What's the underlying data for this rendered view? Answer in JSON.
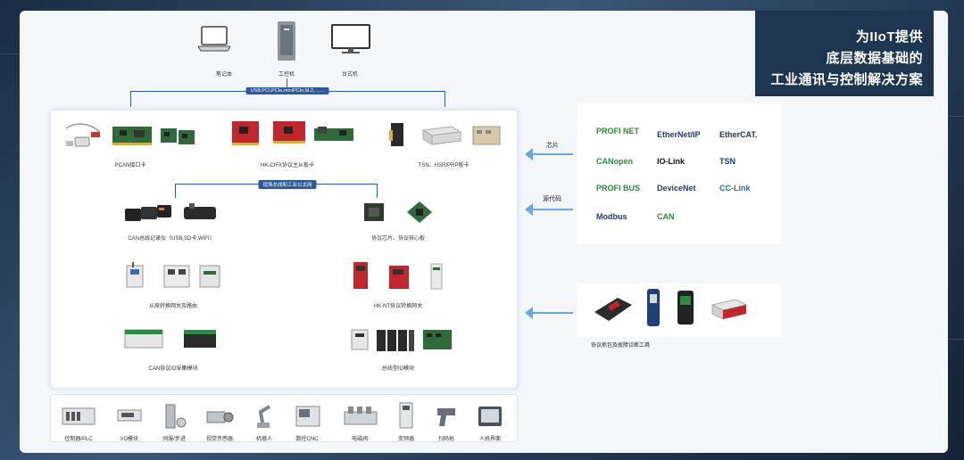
{
  "title": {
    "line1": "为IIoT提供",
    "line2": "底层数据基础的",
    "line3": "工业通讯与控制解决方案"
  },
  "top_devices": [
    {
      "label": "笔记本",
      "icon": "laptop-icon"
    },
    {
      "label": "工控机",
      "icon": "industrial-pc-icon"
    },
    {
      "label": "台式机",
      "icon": "desktop-monitor-icon"
    }
  ],
  "host_bus": "USB,PCI,PCIe,miniPCIe,M.2,……",
  "cards": [
    {
      "label": "PCAN接口卡"
    },
    {
      "label": "HK-CIFX协议主从板卡"
    },
    {
      "label": "TSN、HSR/PRP板卡"
    }
  ],
  "fieldbus": "现场总线和工业以太网",
  "modules": [
    {
      "label": "CAN总线记录仪（USB,SD卡,WIFI）"
    },
    {
      "label": "协议芯片、协议核心板"
    },
    {
      "label": "从原转换网关及路由"
    },
    {
      "label": "HK-NT协议转换网关"
    },
    {
      "label": "CAN协议IO采集模块"
    },
    {
      "label": "总线型IO模块"
    }
  ],
  "field_devices": [
    {
      "label": "控制器/PLC"
    },
    {
      "label": "I/O模块"
    },
    {
      "label": "伺服/步进"
    },
    {
      "label": "视觉传感器"
    },
    {
      "label": "机器人"
    },
    {
      "label": "数控CNC"
    },
    {
      "label": "电磁阀"
    },
    {
      "label": "变频器"
    },
    {
      "label": "扫码枪"
    },
    {
      "label": "人机界面"
    }
  ],
  "side_labels": {
    "chip": "芯片",
    "source": "源代码",
    "tools": "协议抓包及故障诊断工具"
  },
  "protocols": [
    {
      "name": "PROFI NET",
      "color": "#2a8a3a"
    },
    {
      "name": "EtherNet/IP",
      "color": "#1d3b78"
    },
    {
      "name": "EtherCAT.",
      "color": "#1d2d5e"
    },
    {
      "name": "CANopen",
      "color": "#2a8a3a"
    },
    {
      "name": "IO-Link",
      "color": "#111111"
    },
    {
      "name": "TSN",
      "color": "#1d3b78"
    },
    {
      "name": "PROFI BUS",
      "color": "#2a8a3a"
    },
    {
      "name": "DeviceNet",
      "color": "#1d3b78"
    },
    {
      "name": "CC-Link",
      "color": "#2a6ac8"
    },
    {
      "name": "Modbus",
      "color": "#1d3b78"
    },
    {
      "name": "CAN",
      "color": "#2a8a3a"
    }
  ]
}
